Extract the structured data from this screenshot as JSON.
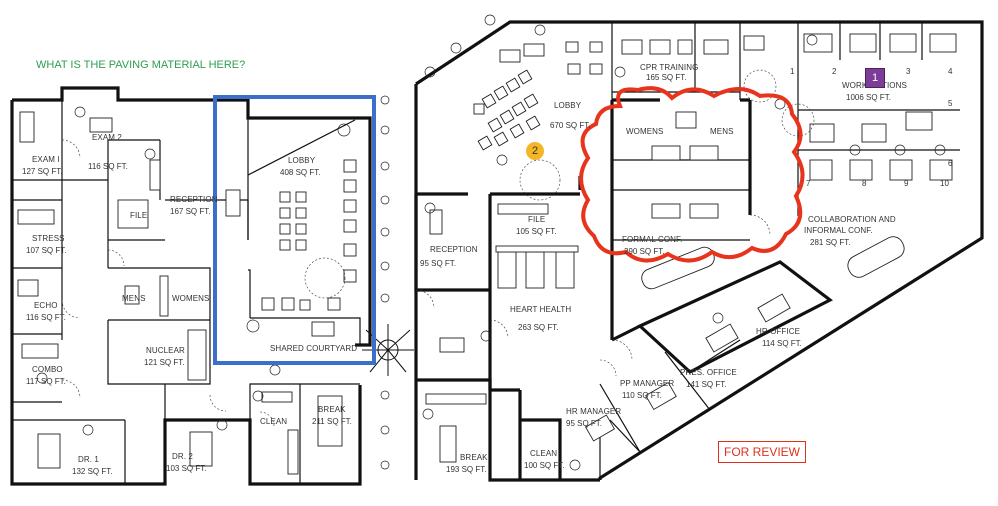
{
  "note": "WHAT IS THE PAVING MATERIAL HERE?",
  "review_label": "FOR REVIEW",
  "markers": [
    "1",
    "2"
  ],
  "colors": {
    "note": "#2e9e4f",
    "highlight_box": "#3b6fc9",
    "cloud": "#e8341c",
    "marker1": "#7d3c98",
    "marker2": "#f5b626"
  },
  "rooms": {
    "exam1": {
      "name": "EXAM I",
      "area": "127 SQ FT."
    },
    "exam2": {
      "name": "EXAM 2",
      "area": "116 SQ FT."
    },
    "reception_left": {
      "name": "RECEPTION",
      "area": "167 SQ FT."
    },
    "file_left": {
      "name": "FILE",
      "area": ""
    },
    "stress": {
      "name": "STRESS",
      "area": "107 SQ FT."
    },
    "echo": {
      "name": "ECHO",
      "area": "116 SQ FT."
    },
    "mens_left": {
      "name": "MENS",
      "area": ""
    },
    "womens_left": {
      "name": "WOMENS",
      "area": ""
    },
    "nuclear": {
      "name": "NUCLEAR",
      "area": "121 SQ FT."
    },
    "combo": {
      "name": "COMBO",
      "area": "117 SQ FT."
    },
    "dr1": {
      "name": "DR. 1",
      "area": "132 SQ FT."
    },
    "dr2": {
      "name": "DR. 2",
      "area": "103 SQ FT."
    },
    "lobby_left": {
      "name": "LOBBY",
      "area": "408 SQ FT."
    },
    "shared_courtyard": {
      "name": "SHARED COURTYARD",
      "area": ""
    },
    "clean_left": {
      "name": "CLEAN",
      "area": ""
    },
    "break_left": {
      "name": "BREAK",
      "area": "211 SQ FT."
    },
    "lobby_right": {
      "name": "LOBBY",
      "area": "670 SQ FT."
    },
    "cpr_training": {
      "name": "CPR TRAINING",
      "area": "165 SQ FT."
    },
    "workstations": {
      "name": "WORKSTATIONS",
      "area": "1006 SQ FT."
    },
    "womens_right": {
      "name": "WOMENS",
      "area": ""
    },
    "mens_right": {
      "name": "MENS",
      "area": ""
    },
    "reception_right": {
      "name": "RECEPTION",
      "area": "95 SQ FT."
    },
    "file_right": {
      "name": "FILE",
      "area": "105 SQ FT."
    },
    "formal_conf": {
      "name": "FORMAL CONF.",
      "area": "290 SQ FT."
    },
    "collab": {
      "name": "COLLABORATION AND",
      "name2": "INFORMAL CONF.",
      "area": "281 SQ FT."
    },
    "heart_health": {
      "name": "HEART HEALTH",
      "area": "263 SQ FT."
    },
    "hr_office": {
      "name": "HR OFFICE",
      "area": "114 SQ FT."
    },
    "pres_office": {
      "name": "PRES. OFFICE",
      "area": "141 SQ FT."
    },
    "pp_manager": {
      "name": "PP MANAGER",
      "area": "110 SQ FT."
    },
    "hr_manager": {
      "name": "HR MANAGER",
      "area": "95 SQ FT."
    },
    "break_right": {
      "name": "BREAK",
      "area": "193 SQ FT."
    },
    "clean_right": {
      "name": "CLEAN",
      "area": "100 SQ FT."
    }
  },
  "cubicle_numbers": [
    "1",
    "2",
    "3",
    "4",
    "5",
    "6",
    "7",
    "8",
    "9",
    "10"
  ]
}
